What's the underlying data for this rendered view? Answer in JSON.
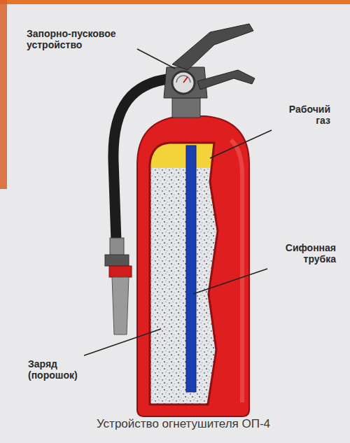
{
  "diagram": {
    "caption": "Устройство огнетушителя ОП-4",
    "labels": [
      "Запорно-пусковое устройство",
      "Рабочий газ",
      "Сифонная трубка",
      "Заряд (порошок)"
    ]
  }
}
